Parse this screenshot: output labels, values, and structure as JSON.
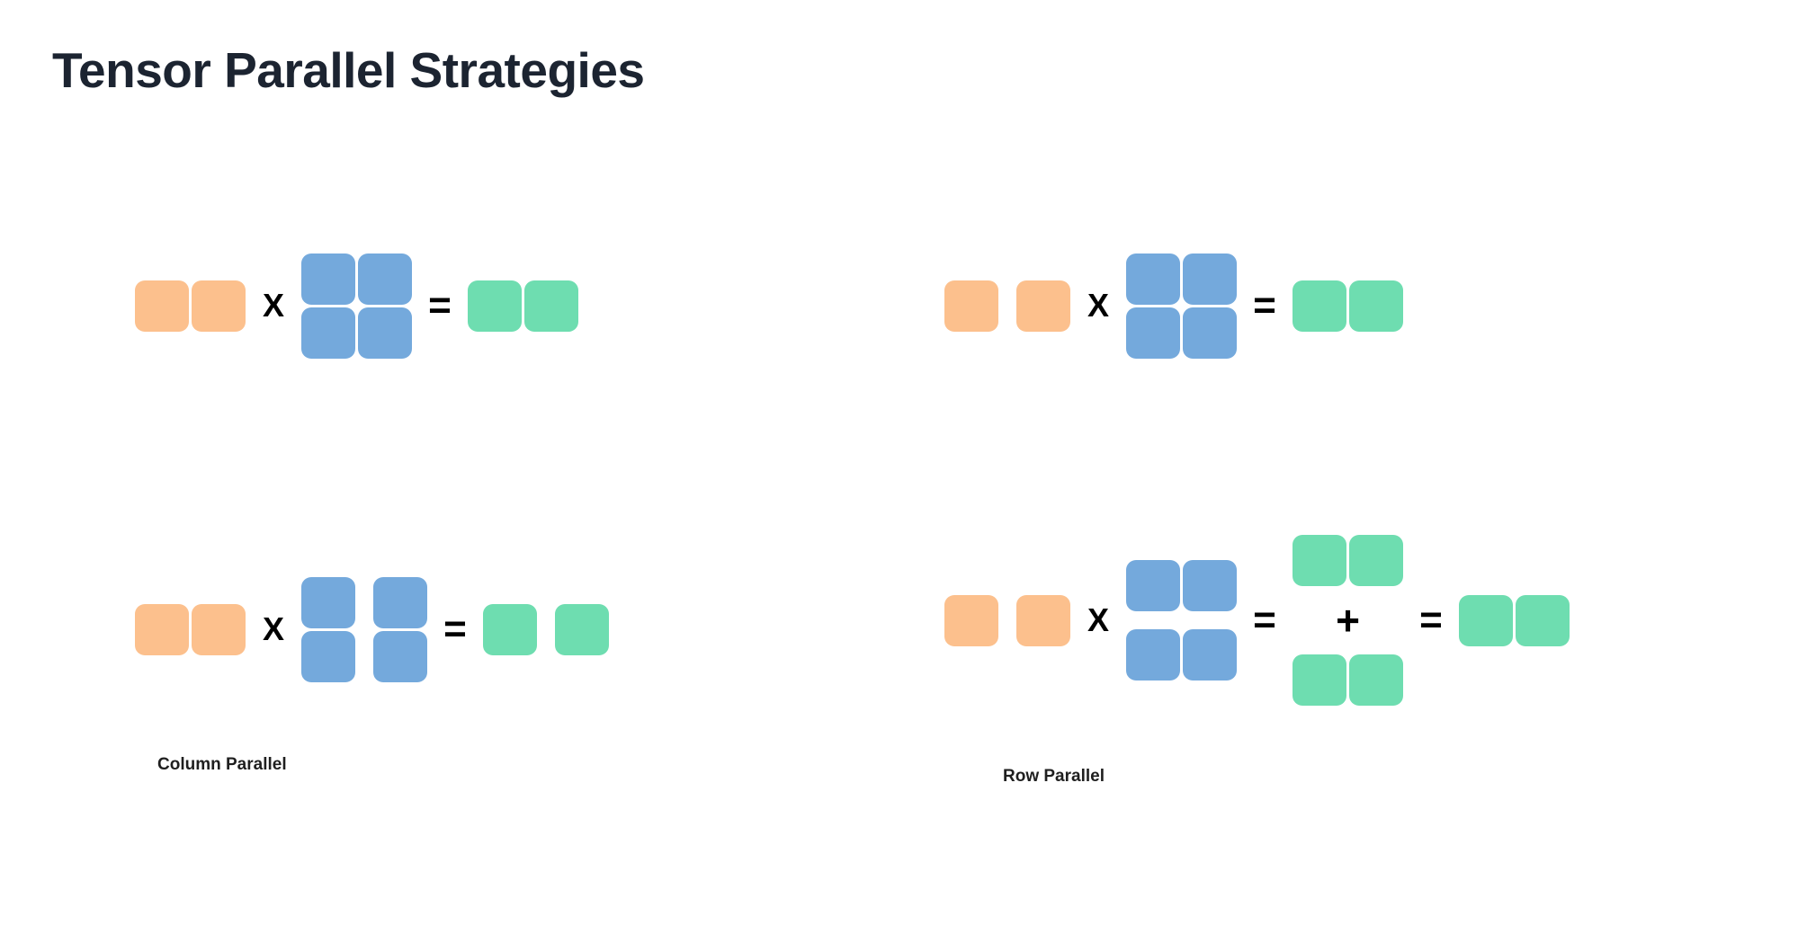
{
  "slide": {
    "title": "Tensor Parallel Strategies",
    "background_color": "#ffffff",
    "title_color": "#1c2431"
  },
  "palette": {
    "input_activation_orange": "#fcc08d",
    "weight_blue": "#74a9dc",
    "output_green": "#6eddb0",
    "operator_black": "#000000"
  },
  "operators": {
    "multiply": "X",
    "equals": "=",
    "plus": "+"
  },
  "captions": {
    "column_parallel": "Column Parallel",
    "row_parallel": "Row Parallel"
  },
  "diagrams": {
    "column_parallel": {
      "caption": "Column Parallel",
      "unsharded": {
        "label": "unsharded-matmul",
        "input": {
          "color": "#fcc08d",
          "rows": 1,
          "cols": 2,
          "split": "none"
        },
        "weight": {
          "color": "#74a9dc",
          "rows": 2,
          "cols": 2,
          "split": "none"
        },
        "output": {
          "color": "#6eddb0",
          "rows": 1,
          "cols": 2,
          "split": "none"
        }
      },
      "sharded": {
        "label": "column-sharded-matmul",
        "input": {
          "color": "#fcc08d",
          "rows": 1,
          "cols": 2,
          "split": "none"
        },
        "weight": {
          "color": "#74a9dc",
          "rows": 2,
          "cols": 2,
          "split": "column"
        },
        "output": {
          "color": "#6eddb0",
          "rows": 1,
          "cols": 2,
          "split": "column"
        }
      }
    },
    "row_parallel": {
      "caption": "Row Parallel",
      "unsharded": {
        "label": "unsharded-matmul",
        "input": {
          "color": "#fcc08d",
          "rows": 1,
          "cols": 2,
          "split": "column"
        },
        "weight": {
          "color": "#74a9dc",
          "rows": 2,
          "cols": 2,
          "split": "none"
        },
        "output": {
          "color": "#6eddb0",
          "rows": 1,
          "cols": 2,
          "split": "none"
        }
      },
      "sharded": {
        "label": "row-sharded-matmul",
        "input": {
          "color": "#fcc08d",
          "rows": 1,
          "cols": 2,
          "split": "column"
        },
        "weight": {
          "color": "#74a9dc",
          "rows": 2,
          "cols": 2,
          "split": "row"
        },
        "partials": [
          {
            "color": "#6eddb0",
            "rows": 1,
            "cols": 2,
            "split": "none"
          },
          {
            "color": "#6eddb0",
            "rows": 1,
            "cols": 2,
            "split": "none"
          }
        ],
        "reduced_output": {
          "color": "#6eddb0",
          "rows": 1,
          "cols": 2,
          "split": "none"
        }
      }
    }
  }
}
